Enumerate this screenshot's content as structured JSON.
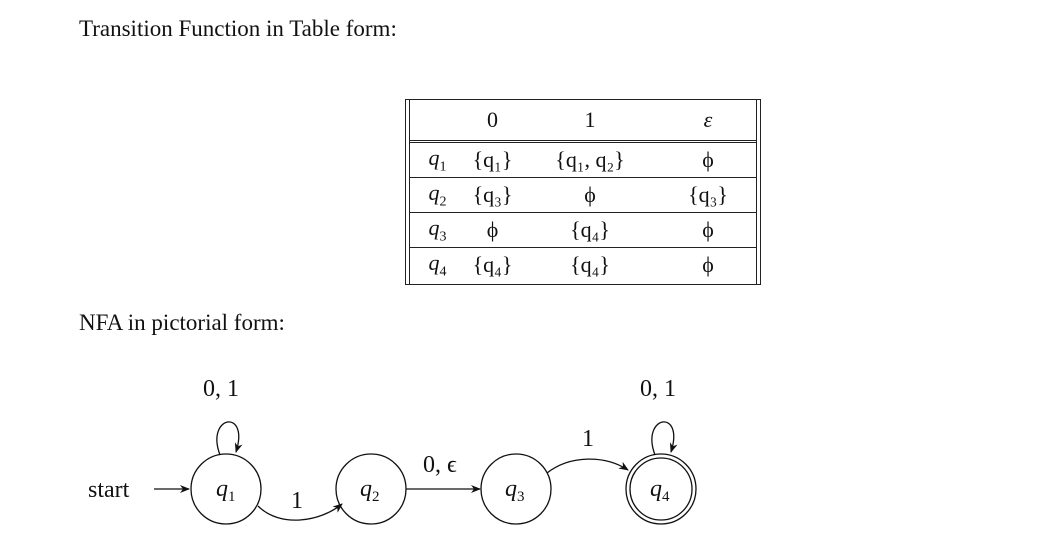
{
  "headings": {
    "table": "Transition Function in Table form:",
    "nfa": "NFA in pictorial form:"
  },
  "table": {
    "columns": [
      "",
      "0",
      "1",
      "ε"
    ],
    "rows": [
      {
        "state": "q",
        "sub": "1",
        "cells": [
          "{q₁}",
          "{q₁, q₂}",
          "ϕ"
        ]
      },
      {
        "state": "q",
        "sub": "2",
        "cells": [
          "{q₃}",
          "ϕ",
          "{q₃}"
        ]
      },
      {
        "state": "q",
        "sub": "3",
        "cells": [
          "ϕ",
          "{q₄}",
          "ϕ"
        ]
      },
      {
        "state": "q",
        "sub": "4",
        "cells": [
          "{q₄}",
          "{q₄}",
          "ϕ"
        ]
      }
    ]
  },
  "nfa": {
    "start_label": "start",
    "states": [
      {
        "id": "q1",
        "label": "q",
        "sub": "1",
        "accepting": false
      },
      {
        "id": "q2",
        "label": "q",
        "sub": "2",
        "accepting": false
      },
      {
        "id": "q3",
        "label": "q",
        "sub": "3",
        "accepting": false
      },
      {
        "id": "q4",
        "label": "q",
        "sub": "4",
        "accepting": true
      }
    ],
    "transitions": [
      {
        "from": "q1",
        "to": "q1",
        "label": "0, 1"
      },
      {
        "from": "q1",
        "to": "q2",
        "label": "1"
      },
      {
        "from": "q2",
        "to": "q3",
        "label": "0, ϵ"
      },
      {
        "from": "q3",
        "to": "q4",
        "label": "1"
      },
      {
        "from": "q4",
        "to": "q4",
        "label": "0, 1"
      }
    ]
  }
}
